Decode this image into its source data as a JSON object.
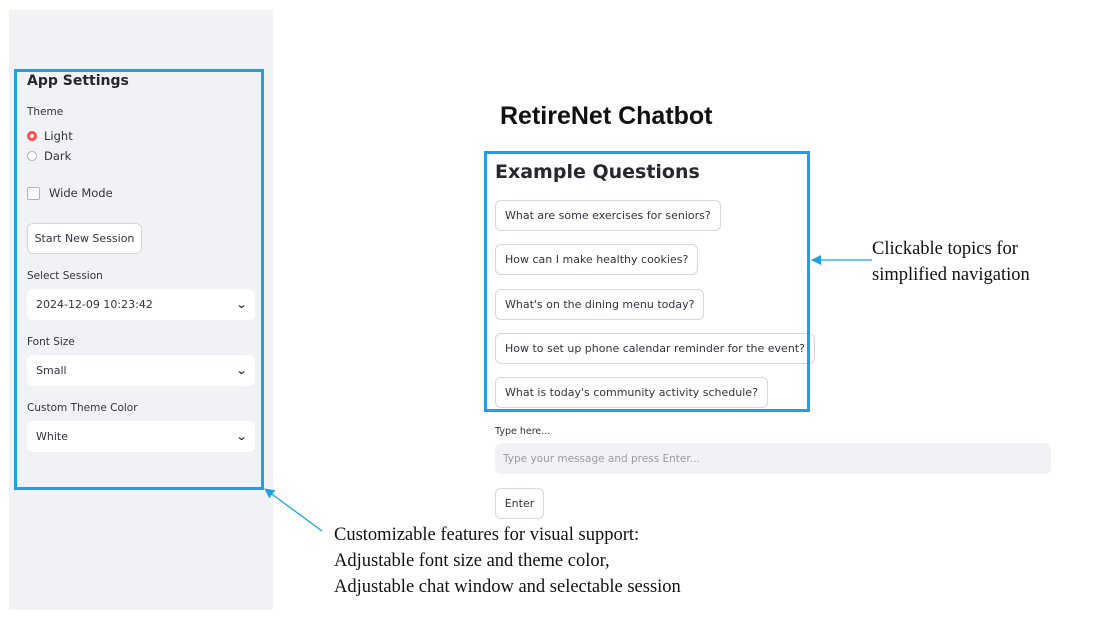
{
  "sidebar": {
    "title": "App Settings",
    "theme_label": "Theme",
    "theme_options": [
      {
        "label": "Light",
        "selected": true
      },
      {
        "label": "Dark",
        "selected": false
      }
    ],
    "wide_mode_label": "Wide Mode",
    "wide_mode_checked": false,
    "new_session_label": "Start New Session",
    "select_session_label": "Select Session",
    "select_session_value": "2024-12-09 10:23:42",
    "font_size_label": "Font Size",
    "font_size_value": "Small",
    "theme_color_label": "Custom Theme Color",
    "theme_color_value": "White"
  },
  "main": {
    "title": "RetireNet Chatbot",
    "examples_title": "Example Questions",
    "questions": [
      "What are some exercises for seniors?",
      "How can I make healthy cookies?",
      "What's on the dining menu today?",
      "How to set up phone calendar reminder for the event?",
      "What is today's community activity schedule?"
    ],
    "input_label": "Type here...",
    "input_placeholder": "Type your message and press Enter...",
    "enter_label": "Enter"
  },
  "annotations": {
    "right_line1": "Clickable topics for",
    "right_line2": "simplified navigation",
    "bottom_line1": "Customizable features for visual support:",
    "bottom_line2": "Adjustable font size and theme color,",
    "bottom_line3": "Adjustable chat window and selectable session"
  },
  "colors": {
    "highlight": "#1ea0e6",
    "accent": "#ff4b4b",
    "sidebar_bg": "#f0f2f6"
  },
  "icons": {
    "select_chevron": "chevron-down-icon"
  }
}
